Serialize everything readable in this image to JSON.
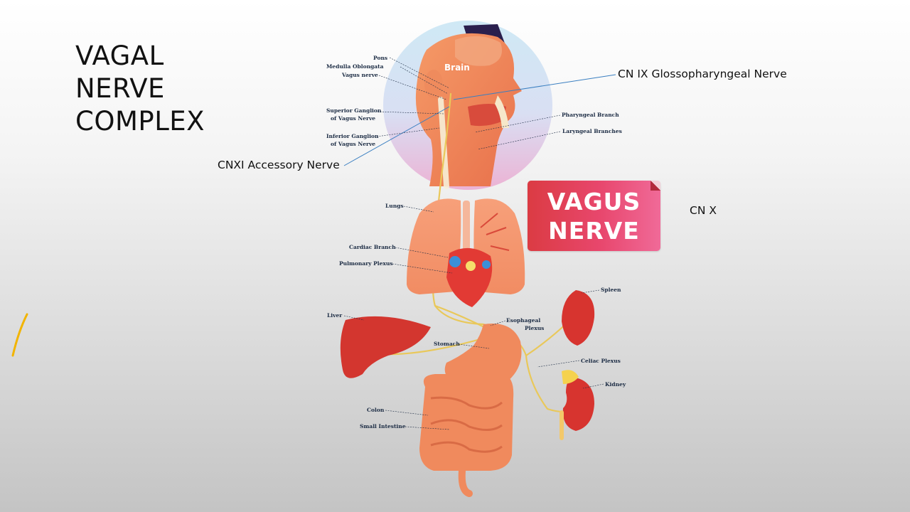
{
  "slide": {
    "title_lines": [
      "VAGAL",
      "NERVE",
      "COMPLEX"
    ]
  },
  "callouts": {
    "cn9": "CN IX Glossopharyngeal Nerve",
    "cn11": "CNXI Accessory Nerve",
    "cn10": "CN X"
  },
  "badge": {
    "line1": "VAGUS",
    "line2": "NERVE"
  },
  "diagram": {
    "brain": "Brain",
    "labels": {
      "pons": "Pons",
      "medulla": "Medulla Oblongata",
      "vagus": "Vagus nerve",
      "sup_ganglion_1": "Superior Ganglion",
      "sup_ganglion_2": "of Vagus Nerve",
      "inf_ganglion_1": "Inferior Ganglion",
      "inf_ganglion_2": "of Vagus Nerve",
      "pharyngeal": "Pharyngeal Branch",
      "laryngeal": "Laryngeal Branches",
      "lungs": "Lungs",
      "cardiac": "Cardiac Branch",
      "pulmonary": "Pulmonary Plexus",
      "spleen": "Spleen",
      "liver": "Liver",
      "esophageal_1": "Esophageal",
      "esophageal_2": "Plexus",
      "stomach": "Stomach",
      "celiac": "Celiac Plexus",
      "kidney": "Kidney",
      "colon": "Colon",
      "small_intestine": "Small Intestine"
    }
  },
  "colors": {
    "title": "#111111",
    "badge_start": "#db3b43",
    "badge_end": "#f06a98",
    "leader_line": "#3a7fc1",
    "nerve": "#f2d36b",
    "organ": "#f08a5d",
    "label": "#1c2c44"
  }
}
